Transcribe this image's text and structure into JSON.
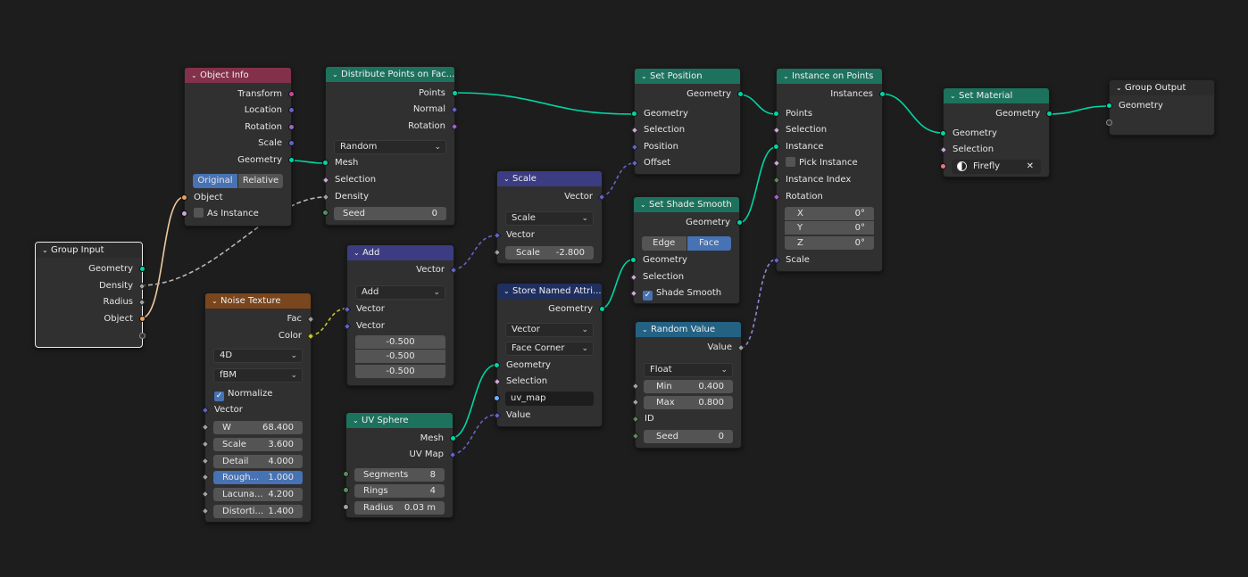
{
  "colors": {
    "background": "#1d1d1d",
    "node_body": "#303030",
    "header_input": "#83314a",
    "header_geometry": "#1d725e",
    "header_vector": "#3c3c83",
    "header_texture": "#79461d",
    "header_converter": "#246283",
    "header_group": "#2b2b2b",
    "geometry_socket": "#00d6a3",
    "vector_socket": "#6363c7",
    "rotation_socket": "#a663c7",
    "float_socket": "#a1a1a1",
    "color_socket": "#c7c729",
    "object_socket": "#ed9e5c",
    "int_socket": "#598c5c",
    "bool_socket": "#cca6d6",
    "string_socket": "#70b2ff",
    "material_socket": "#eb7582",
    "selected_field": "#4772b3"
  },
  "nodes": {
    "object_info": {
      "title": "Object Info",
      "outputs": [
        "Transform",
        "Location",
        "Rotation",
        "Scale",
        "Geometry"
      ],
      "mode_options": [
        "Original",
        "Relative"
      ],
      "inputs": [
        "Object",
        "As Instance"
      ]
    },
    "distribute": {
      "title": "Distribute Points on Fac...",
      "outputs": [
        "Points",
        "Normal",
        "Rotation"
      ],
      "method": "Random",
      "inputs": [
        "Mesh",
        "Selection",
        "Density"
      ],
      "seed_label": "Seed",
      "seed_value": "0"
    },
    "group_input": {
      "title": "Group Input",
      "outputs": [
        "Geometry",
        "Density",
        "Radius",
        "Object"
      ]
    },
    "noise_texture": {
      "title": "Noise Texture",
      "outputs": [
        "Fac",
        "Color"
      ],
      "dimensions": "4D",
      "type": "fBM",
      "normalize_label": "Normalize",
      "vector_label": "Vector",
      "fields": [
        {
          "label": "W",
          "value": "68.400"
        },
        {
          "label": "Scale",
          "value": "3.600"
        },
        {
          "label": "Detail",
          "value": "4.000"
        },
        {
          "label": "Rough...",
          "value": "1.000"
        },
        {
          "label": "Lacuna...",
          "value": "4.200"
        },
        {
          "label": "Distorti...",
          "value": "1.400"
        }
      ]
    },
    "add": {
      "title": "Add",
      "output": "Vector",
      "operation": "Add",
      "inputs": [
        "Vector",
        "Vector"
      ],
      "values": [
        "-0.500",
        "-0.500",
        "-0.500"
      ]
    },
    "uv_sphere": {
      "title": "UV Sphere",
      "outputs": [
        "Mesh",
        "UV Map"
      ],
      "fields": [
        {
          "label": "Segments",
          "value": "8"
        },
        {
          "label": "Rings",
          "value": "4"
        },
        {
          "label": "Radius",
          "value": "0.03 m"
        }
      ]
    },
    "scale": {
      "title": "Scale",
      "output": "Vector",
      "operation": "Scale",
      "input": "Vector",
      "field_label": "Scale",
      "field_value": "-2.800"
    },
    "store_named": {
      "title": "Store Named Attri...",
      "output": "Geometry",
      "data_type": "Vector",
      "domain": "Face Corner",
      "inputs": [
        "Geometry",
        "Selection"
      ],
      "name": "uv_map",
      "value_label": "Value"
    },
    "set_position": {
      "title": "Set Position",
      "output": "Geometry",
      "inputs": [
        "Geometry",
        "Selection",
        "Position",
        "Offset"
      ]
    },
    "set_shade_smooth": {
      "title": "Set Shade Smooth",
      "output": "Geometry",
      "domain_options": [
        "Edge",
        "Face"
      ],
      "inputs": [
        "Geometry",
        "Selection"
      ],
      "smooth_label": "Shade Smooth"
    },
    "random_value": {
      "title": "Random Value",
      "output": "Value",
      "data_type": "Float",
      "fields": [
        {
          "label": "Min",
          "value": "0.400"
        },
        {
          "label": "Max",
          "value": "0.800"
        }
      ],
      "id_label": "ID",
      "seed_label": "Seed",
      "seed_value": "0"
    },
    "instance_on_points": {
      "title": "Instance on Points",
      "output": "Instances",
      "inputs": [
        "Points",
        "Selection",
        "Instance",
        "Pick Instance",
        "Instance Index",
        "Rotation"
      ],
      "rotation": [
        {
          "label": "X",
          "value": "0°"
        },
        {
          "label": "Y",
          "value": "0°"
        },
        {
          "label": "Z",
          "value": "0°"
        }
      ],
      "scale_label": "Scale"
    },
    "set_material": {
      "title": "Set Material",
      "output": "Geometry",
      "inputs": [
        "Geometry",
        "Selection"
      ],
      "material": "Firefly"
    },
    "group_output": {
      "title": "Group Output",
      "input": "Geometry"
    }
  }
}
